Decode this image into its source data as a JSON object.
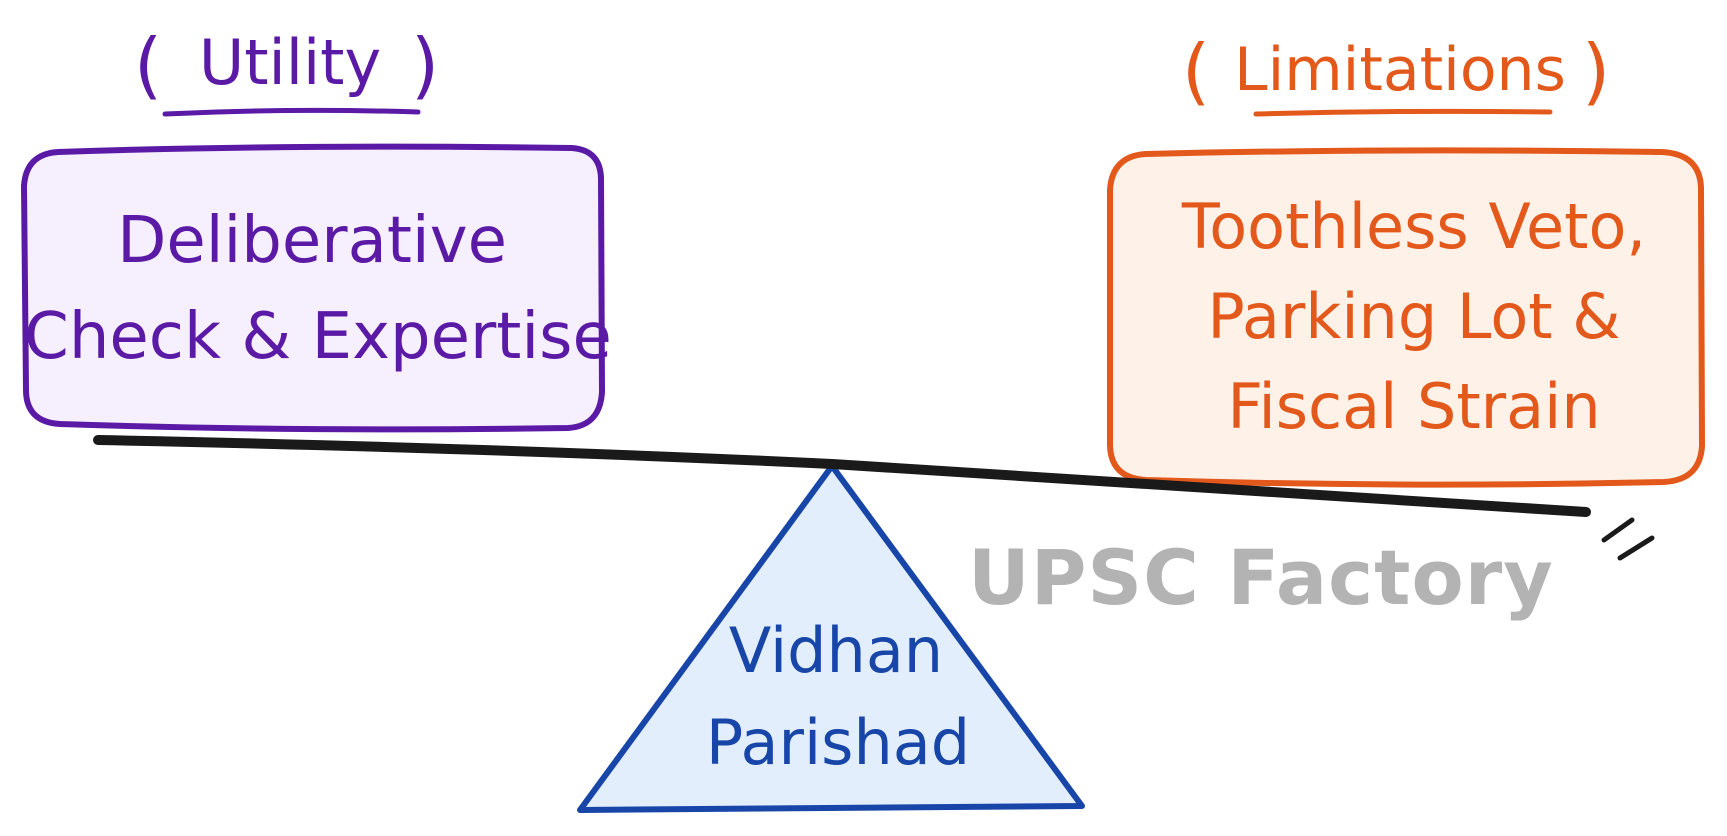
{
  "left_heading": "Utility",
  "left_box": {
    "lines": [
      "Deliberative",
      "Check & Expertise"
    ]
  },
  "right_heading": "Limitations",
  "right_box": {
    "lines": [
      "Toothless Veto,",
      "Parking Lot &",
      "Fiscal Strain"
    ]
  },
  "fulcrum": {
    "lines": [
      "Vidhan",
      "Parishad"
    ]
  },
  "watermark": "UPSC Factory",
  "colors": {
    "utility": "#5b1aa6",
    "utility_fill": "#f6effd",
    "limitations": "#e3581b",
    "limitations_fill": "#fdf1e8",
    "fulcrum": "#1746a8",
    "fulcrum_fill": "#e3eefc",
    "beam": "#1a1a1a",
    "watermark": "#b3b3b3"
  }
}
